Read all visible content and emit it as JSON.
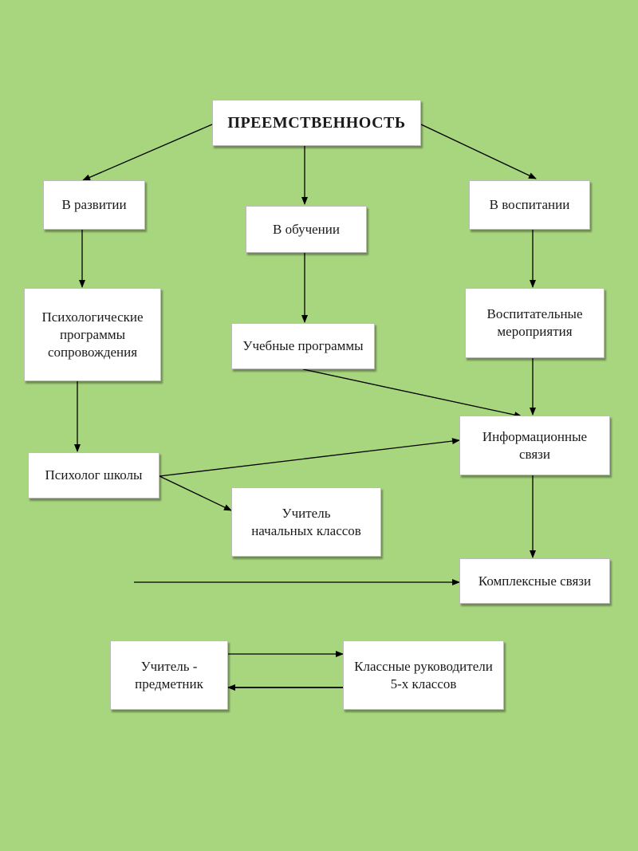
{
  "diagram": {
    "title": "ПРЕЕМСТВЕННОСТЬ",
    "nodes": {
      "development": "В развитии",
      "learning": "В обучении",
      "upbringing": "В воспитании",
      "psych_programs": "Психологические\nпрограммы\nсопровождения",
      "curricula": "Учебные программы",
      "educational_events": "Воспитательные\nмероприятия",
      "info_links": "Информационные\nсвязи",
      "school_psychologist": "Психолог школы",
      "primary_teacher": "Учитель\nначальных классов",
      "complex_links": "Комплексные связи",
      "subject_teacher": "Учитель -\nпредметник",
      "class_teachers": "Классные руководители\n5-х классов"
    }
  },
  "colors": {
    "background": "#a8d67e",
    "box": "#ffffff",
    "line": "#000000"
  }
}
